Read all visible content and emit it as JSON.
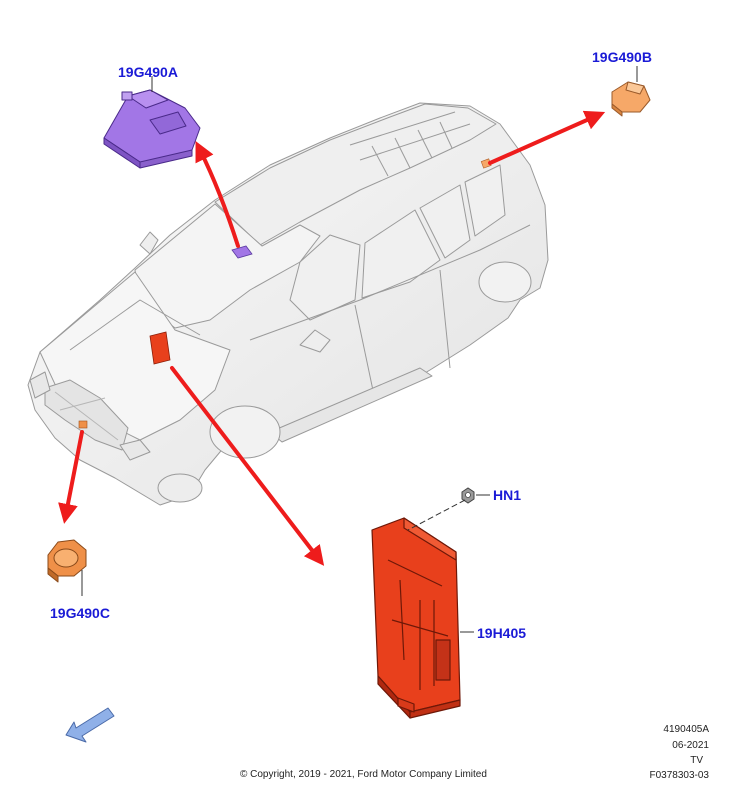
{
  "callouts": {
    "module_a": "19G490A",
    "module_b": "19G490B",
    "module_c": "19G490C",
    "nut": "HN1",
    "control_module": "19H405"
  },
  "meta": {
    "illustration_number": "4190405A",
    "date": "06-2021",
    "view": "TV",
    "figure_number": "F0378303-03"
  },
  "copyright": "© Copyright, 2019 - 2021, Ford Motor Company Limited",
  "colors": {
    "callout_text": "#1a1ad6",
    "module_a_fill": "#a276e6",
    "module_b_fill": "#f6a868",
    "module_c_fill": "#ef9048",
    "control_module_fill": "#e8401c",
    "arrow_red": "#ee1c1c",
    "orientation_arrow": "#8fb0e8"
  }
}
